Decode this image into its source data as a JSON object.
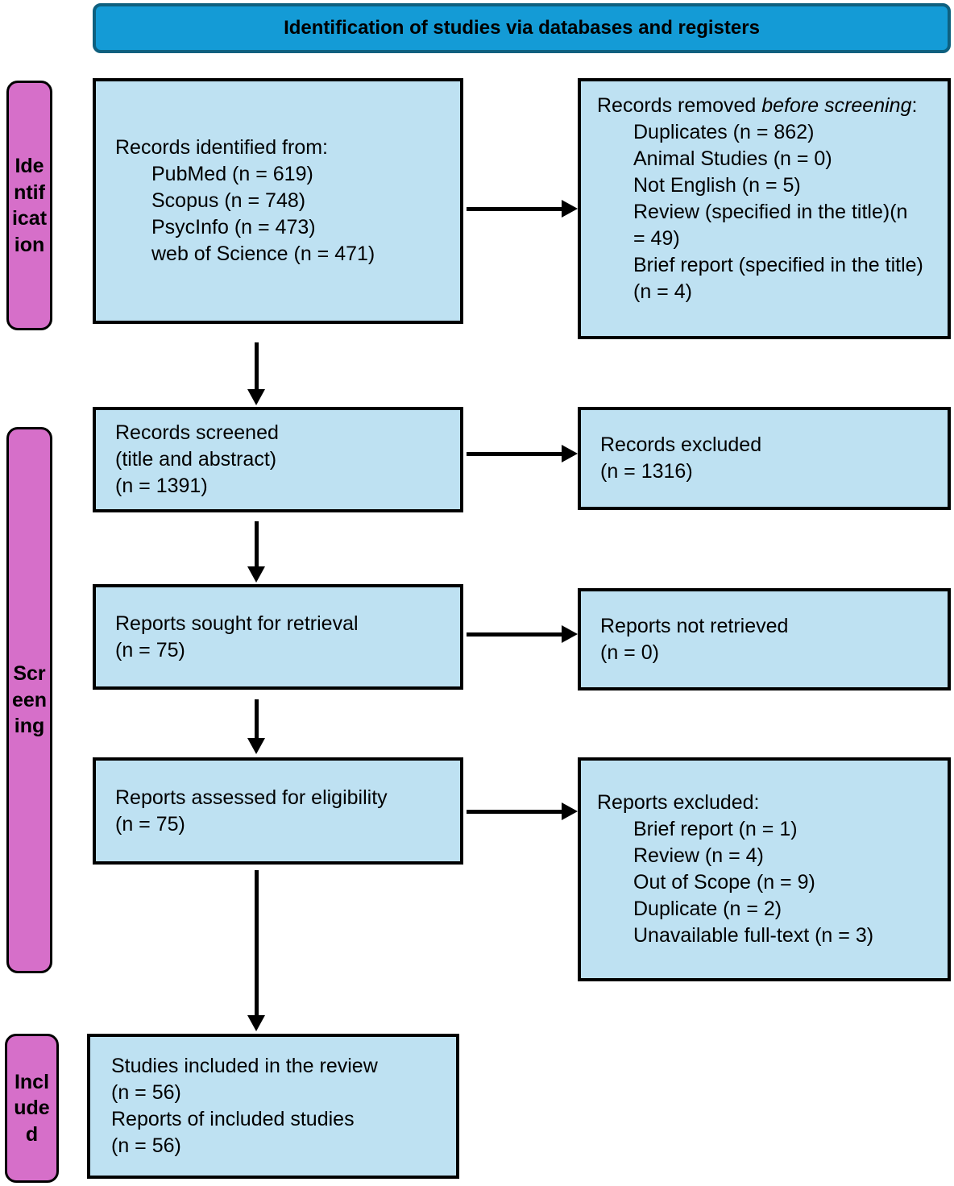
{
  "header": {
    "title": "Identification of studies via databases and registers"
  },
  "stage_labels": {
    "identification": "Identification",
    "screening": "Screening",
    "included": "Included"
  },
  "colors": {
    "header_fill": "#149BD6",
    "header_border": "#0E607F",
    "box_fill": "#BEE1F2",
    "stage_fill": "#D66FC9",
    "line": "#000000"
  },
  "boxes": {
    "records_identified": {
      "lines": [
        {
          "text": "Records identified from:",
          "indent": 0
        },
        {
          "text": "PubMed (n = 619)",
          "indent": 1
        },
        {
          "text": "Scopus (n = 748)",
          "indent": 1
        },
        {
          "text": "PsycInfo (n = 473)",
          "indent": 1
        },
        {
          "text": "web of Science (n = 471)",
          "indent": 1
        }
      ]
    },
    "records_removed": {
      "heading_prefix": "Records removed ",
      "heading_italic": "before screening",
      "heading_suffix": ":",
      "lines": [
        {
          "text": "Duplicates (n = 862)",
          "indent": 1
        },
        {
          "text": "Animal Studies (n = 0)",
          "indent": 1
        },
        {
          "text": "Not English (n = 5)",
          "indent": 1
        },
        {
          "text": "Review (specified in the title)(n = 49)",
          "indent": 1
        },
        {
          "text": "Brief report (specified in the title) (n = 4)",
          "indent": 1
        }
      ]
    },
    "records_screened": {
      "lines": [
        {
          "text": "Records screened",
          "indent": 0
        },
        {
          "text": "(title and abstract)",
          "indent": 0
        },
        {
          "text": "(n = 1391)",
          "indent": 0
        }
      ]
    },
    "records_excluded": {
      "lines": [
        {
          "text": "Records excluded",
          "indent": 0
        },
        {
          "text": "(n = 1316)",
          "indent": 0
        }
      ]
    },
    "reports_sought": {
      "lines": [
        {
          "text": "Reports sought for retrieval",
          "indent": 0
        },
        {
          "text": "(n = 75)",
          "indent": 0
        }
      ]
    },
    "reports_not_retrieved": {
      "lines": [
        {
          "text": "Reports not retrieved",
          "indent": 0
        },
        {
          "text": "(n = 0)",
          "indent": 0
        }
      ]
    },
    "reports_assessed": {
      "lines": [
        {
          "text": "Reports assessed for eligibility",
          "indent": 0
        },
        {
          "text": "(n = 75)",
          "indent": 0
        }
      ]
    },
    "reports_excluded": {
      "lines": [
        {
          "text": "Reports excluded:",
          "indent": 0
        },
        {
          "text": "Brief report (n = 1)",
          "indent": 1
        },
        {
          "text": "Review (n = 4)",
          "indent": 1
        },
        {
          "text": "Out of Scope (n = 9)",
          "indent": 1
        },
        {
          "text": "Duplicate (n = 2)",
          "indent": 1
        },
        {
          "text": "Unavailable full-text (n = 3)",
          "indent": 1
        }
      ]
    },
    "studies_included": {
      "lines": [
        {
          "text": "Studies included in the review",
          "indent": 0
        },
        {
          "text": "(n = 56)",
          "indent": 0
        },
        {
          "text": "Reports of included studies",
          "indent": 0
        },
        {
          "text": "(n = 56)",
          "indent": 0
        }
      ]
    }
  }
}
